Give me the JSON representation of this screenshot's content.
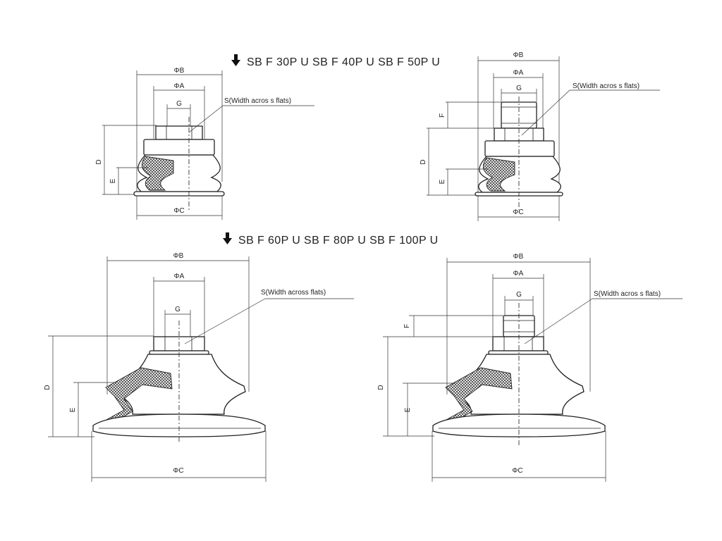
{
  "headings": {
    "small_series": "SB F 30P U  SB F 40P U  SB F 50P U",
    "large_series": "SB F 60P U  SB F 80P U  SB F 100P U"
  },
  "icons": {
    "heading_marker": "down-arrow-icon"
  },
  "views": {
    "small_left": {
      "phi_b": "ΦB",
      "phi_a": "ΦA",
      "g": "G",
      "s_note": "S(Width acros s flats)",
      "d": "D",
      "e": "E",
      "phi_c": "ΦC"
    },
    "small_right": {
      "phi_b": "ΦB",
      "phi_a": "ΦA",
      "g": "G",
      "s_note": "S(Width acros s flats)",
      "f": "F",
      "d": "D",
      "e": "E",
      "phi_c": "ΦC"
    },
    "large_left": {
      "phi_b": "ΦB",
      "phi_a": "ΦA",
      "g": "G",
      "s_note": "S(Width across  flats)",
      "d": "D",
      "e": "E",
      "phi_c": "ΦC"
    },
    "large_right": {
      "phi_b": "ΦB",
      "phi_a": "ΦA",
      "g": "G",
      "s_note": "S(Width acros s flats)",
      "f": "F",
      "d": "D",
      "e": "E",
      "phi_c": "ΦC"
    }
  }
}
